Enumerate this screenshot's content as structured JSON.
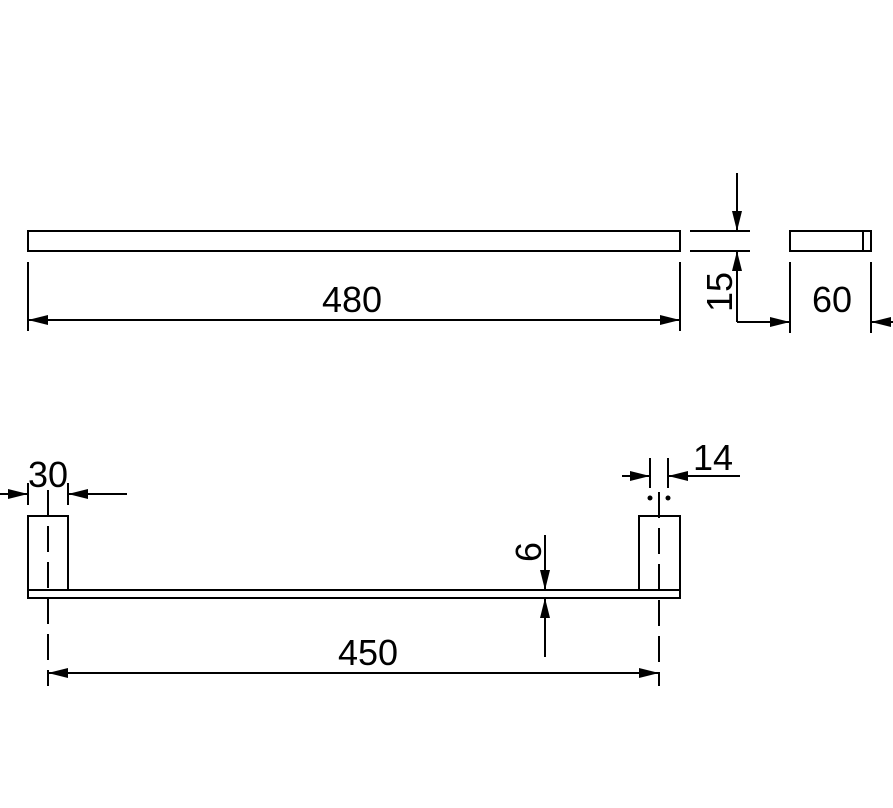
{
  "dimensions": {
    "length": "480",
    "height": "15",
    "depth": "60",
    "bracket_width": "30",
    "bracket_offset": "14",
    "bar_thickness": "6",
    "center_distance": "450"
  },
  "colors": {
    "line": "#000000",
    "background": "#ffffff"
  }
}
